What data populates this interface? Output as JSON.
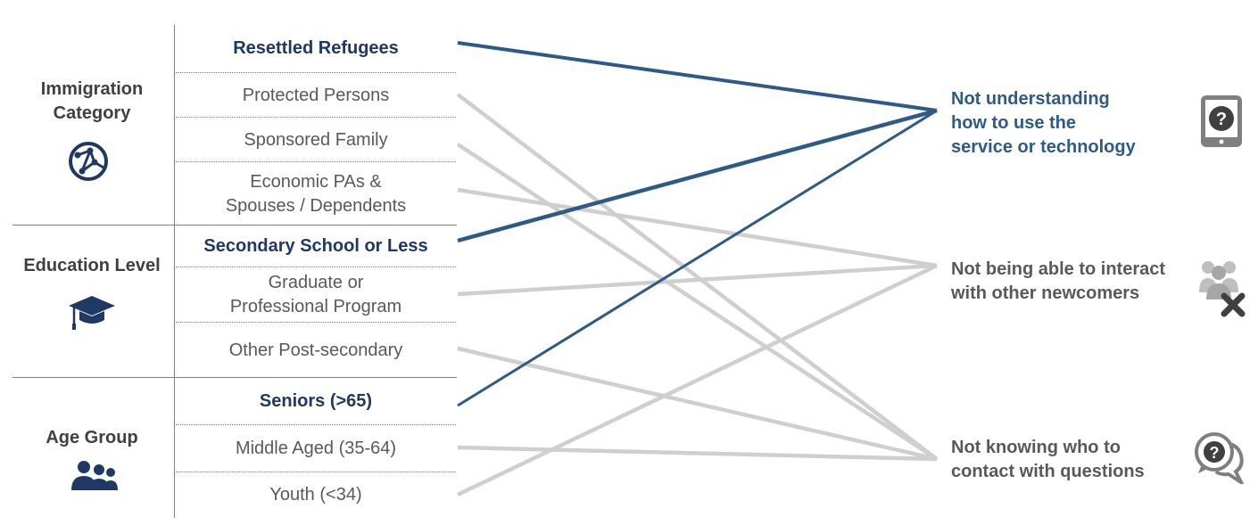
{
  "categories": [
    {
      "label": "Immigration\nCategory",
      "icon": "globe-icon",
      "items": [
        {
          "label": "Resettled Refugees",
          "highlight": true
        },
        {
          "label": "Protected Persons",
          "highlight": false
        },
        {
          "label": "Sponsored Family",
          "highlight": false
        },
        {
          "label": "Economic PAs &\nSpouses / Dependents",
          "highlight": false
        }
      ]
    },
    {
      "label": "Education Level",
      "icon": "graduation-cap-icon",
      "items": [
        {
          "label": "Secondary School or Less",
          "highlight": true
        },
        {
          "label": "Graduate or\nProfessional Program",
          "highlight": false
        },
        {
          "label": "Other Post-secondary",
          "highlight": false
        }
      ]
    },
    {
      "label": "Age Group",
      "icon": "people-group-icon",
      "items": [
        {
          "label": "Seniors (>65)",
          "highlight": true
        },
        {
          "label": "Middle Aged (35-64)",
          "highlight": false
        },
        {
          "label": "Youth (<34)",
          "highlight": false
        }
      ]
    }
  ],
  "targets": [
    {
      "label": "Not understanding\nhow to use the\nservice or technology",
      "icon": "tablet-question-icon",
      "highlight": true
    },
    {
      "label": "Not being able to interact\nwith other newcomers",
      "icon": "group-cross-icon",
      "highlight": false
    },
    {
      "label": "Not knowing who to\ncontact with questions",
      "icon": "chat-question-icon",
      "highlight": false
    }
  ],
  "links": [
    {
      "from": "Resettled Refugees",
      "to": "Not understanding\nhow to use the\nservice or technology",
      "highlight": true
    },
    {
      "from": "Protected Persons",
      "to": "Not knowing who to\ncontact with questions",
      "highlight": false
    },
    {
      "from": "Sponsored Family",
      "to": "Not knowing who to\ncontact with questions",
      "highlight": false
    },
    {
      "from": "Economic PAs &\nSpouses / Dependents",
      "to": "Not being able to interact\nwith other newcomers",
      "highlight": false
    },
    {
      "from": "Secondary School or Less",
      "to": "Not understanding\nhow to use the\nservice or technology",
      "highlight": true
    },
    {
      "from": "Graduate or\nProfessional Program",
      "to": "Not being able to interact\nwith other newcomers",
      "highlight": false
    },
    {
      "from": "Other Post-secondary",
      "to": "Not knowing who to\ncontact with questions",
      "highlight": false
    },
    {
      "from": "Seniors (>65)",
      "to": "Not understanding\nhow to use the\nservice or technology",
      "highlight": true
    },
    {
      "from": "Middle Aged (35-64)",
      "to": "Not knowing who to\ncontact with questions",
      "highlight": false
    },
    {
      "from": "Youth (<34)",
      "to": "Not being able to interact\nwith other newcomers",
      "highlight": false
    }
  ],
  "colors": {
    "highlight_text": "#1f3864",
    "highlight_line": "#2e5a87",
    "muted_line": "#cfcfcf",
    "muted_text": "#595959",
    "icon_gray": "#7f7f7f"
  }
}
